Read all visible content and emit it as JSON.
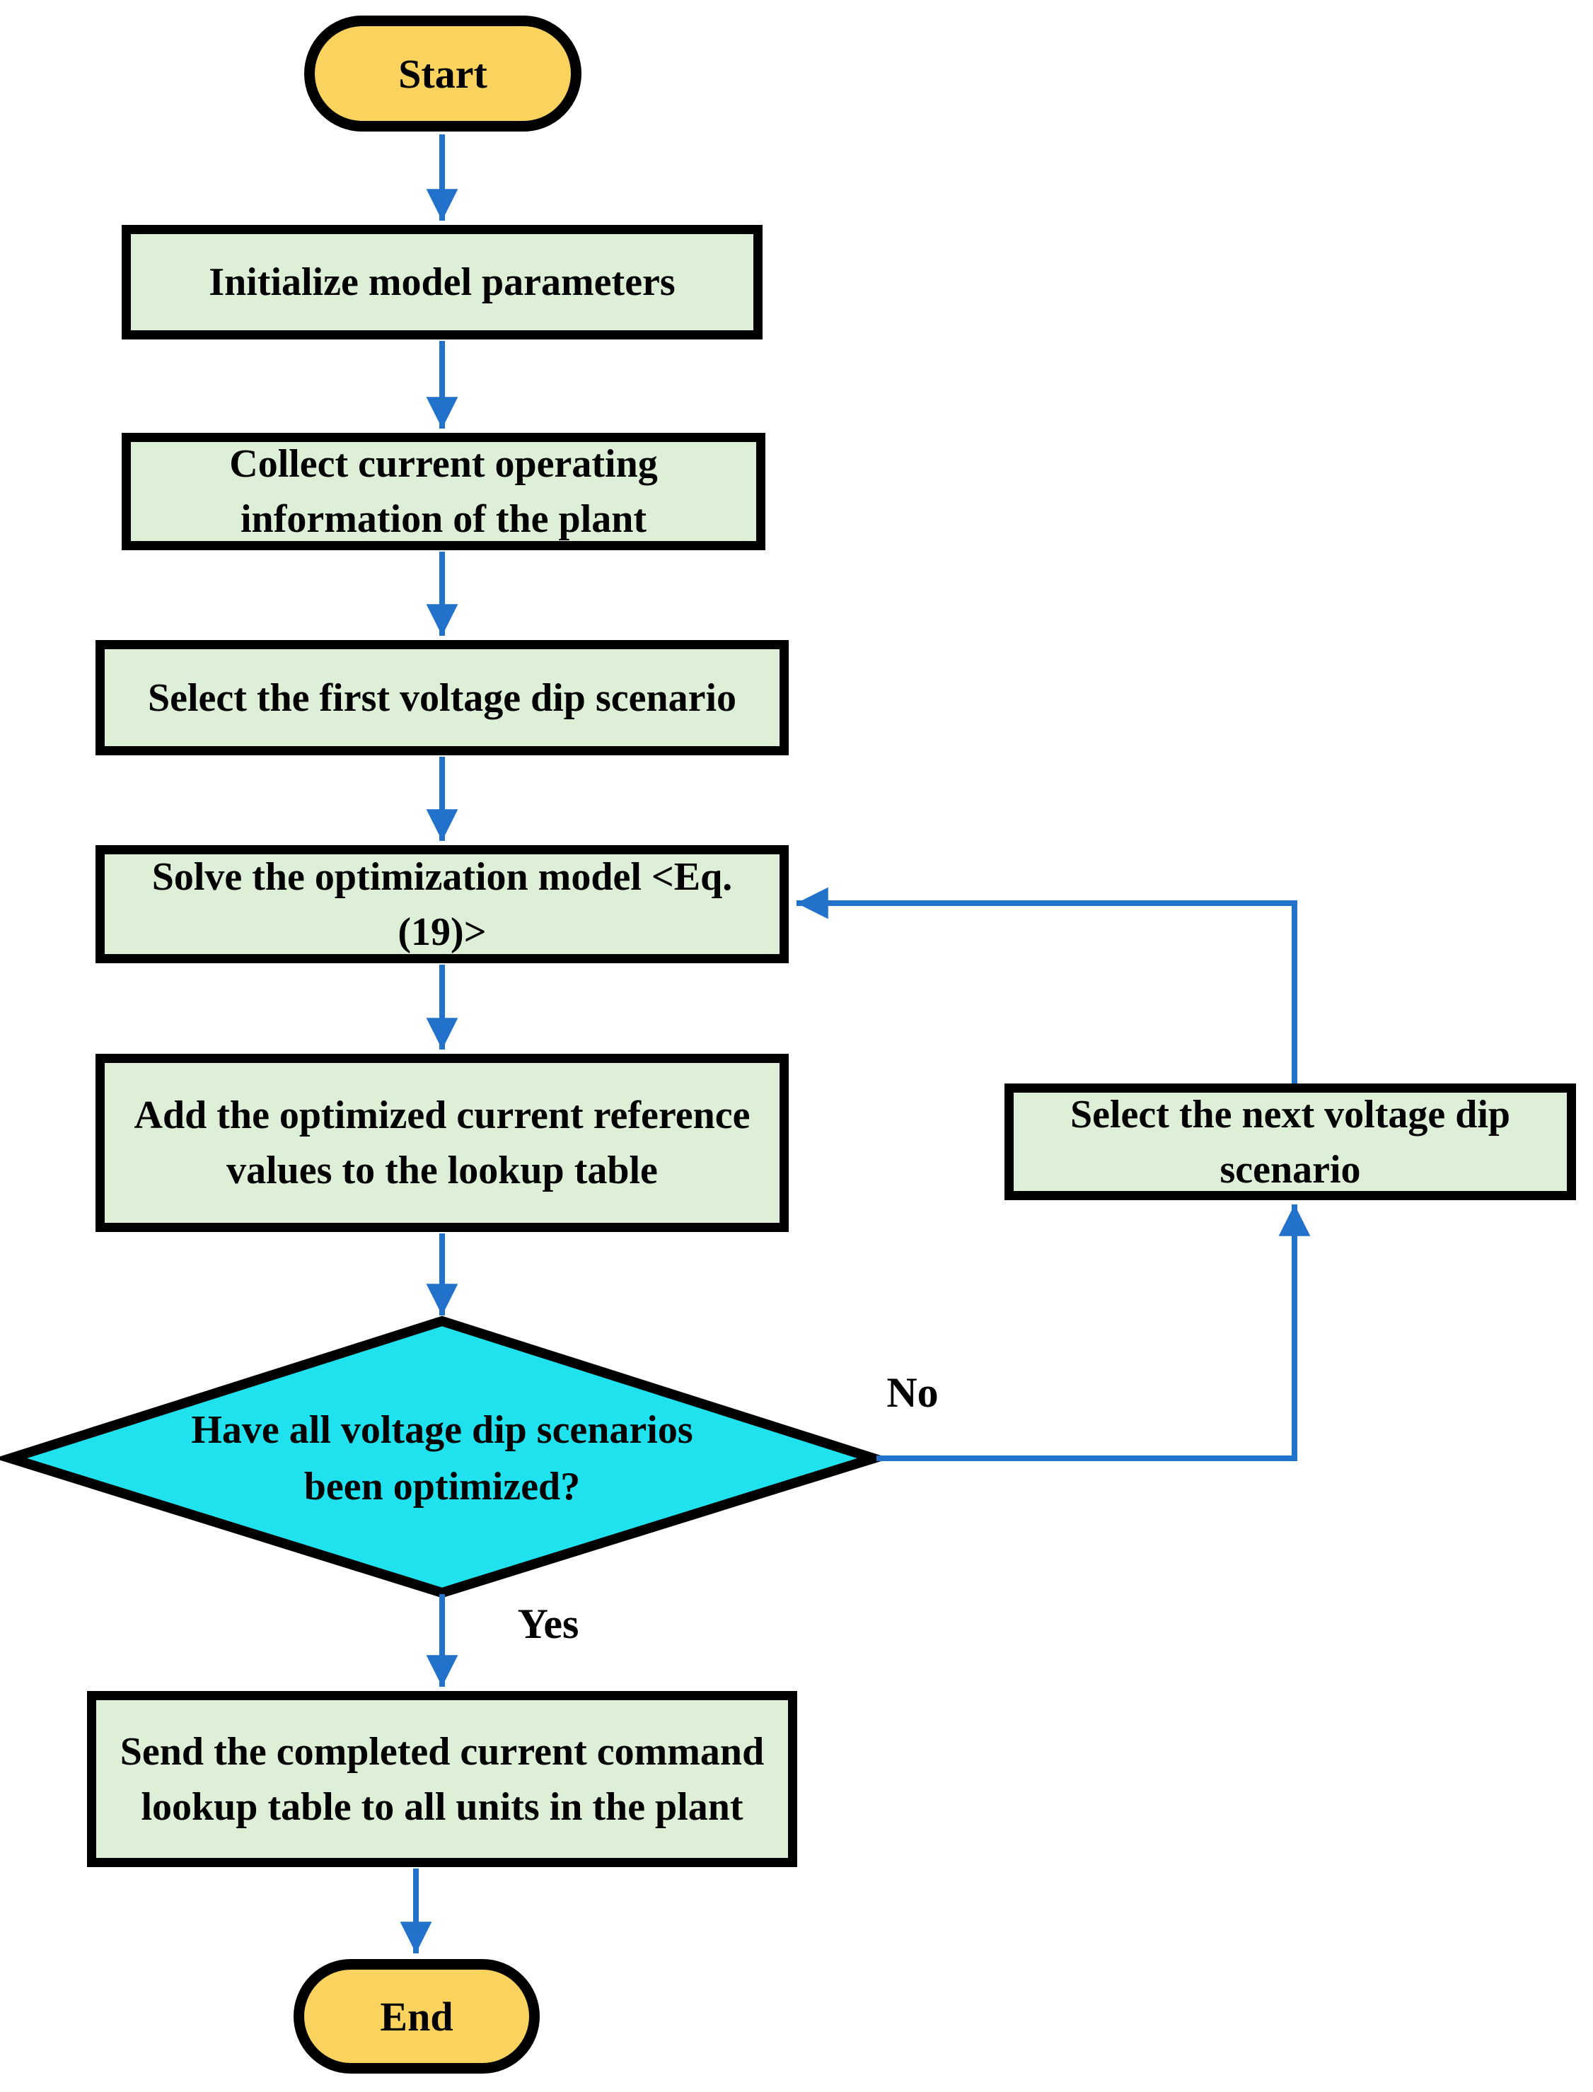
{
  "nodes": {
    "start": {
      "label": "Start"
    },
    "init": {
      "label": "Initialize model parameters"
    },
    "collect": {
      "label": "Collect current operating information of the plant"
    },
    "select_first": {
      "label": "Select the first voltage dip scenario"
    },
    "solve": {
      "label": "Solve the optimization model <Eq.(19)>"
    },
    "add_lookup": {
      "label": "Add the optimized current reference values to the lookup table"
    },
    "decision": {
      "label": "Have all voltage dip scenarios been optimized?"
    },
    "select_next": {
      "label": "Select the next voltage dip scenario"
    },
    "send_table": {
      "label": "Send the completed current command lookup table to all units in the plant"
    },
    "end": {
      "label": "End"
    }
  },
  "edge_labels": {
    "yes": "Yes",
    "no": "No"
  },
  "colors": {
    "terminator_fill": "#FAD35E",
    "process_fill": "#DEEFD8",
    "decision_fill": "#20E2EE",
    "arrow_blue": "#2272CB",
    "outline_black": "#000000",
    "background": "#FFFFFF"
  }
}
